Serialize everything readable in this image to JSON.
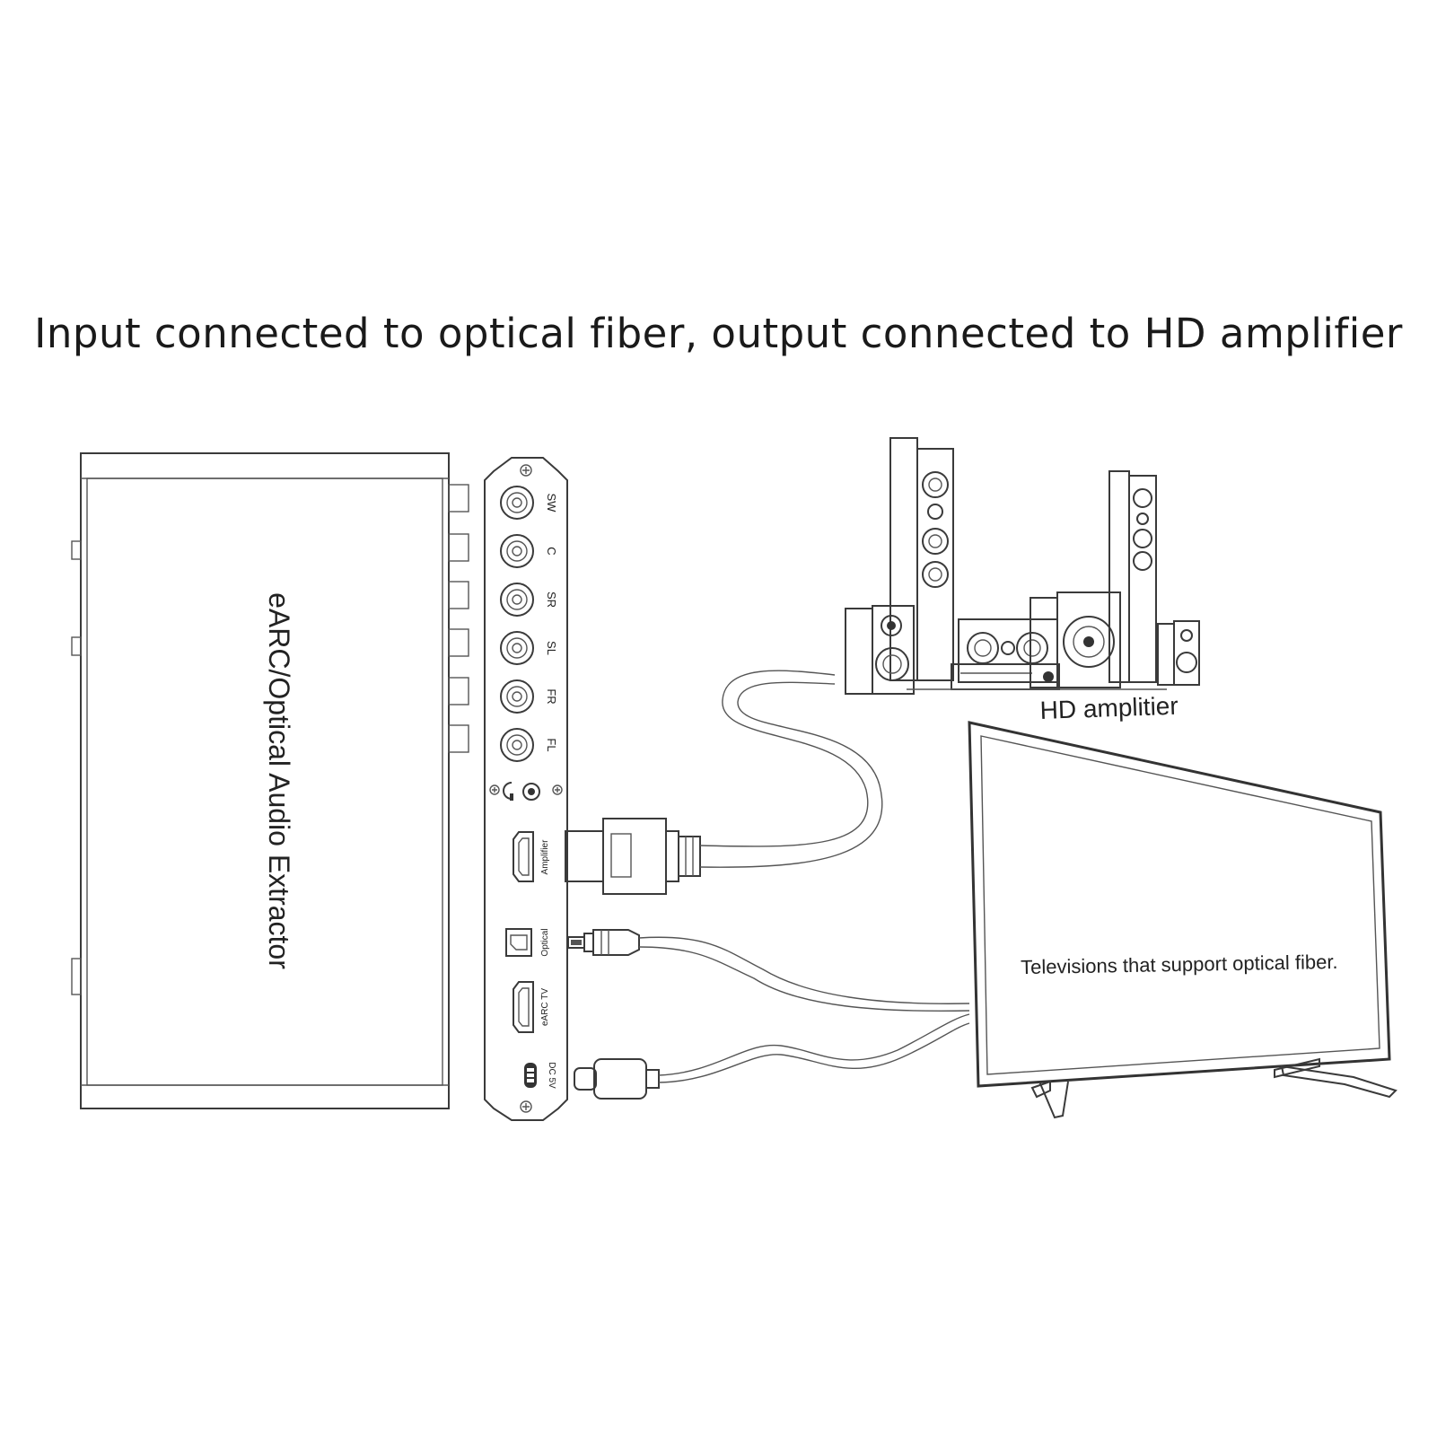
{
  "title": "Input connected to optical fiber, output connected to HD amplifier",
  "device": {
    "front_label": "eARC/Optical Audio Extractor",
    "rca_ports": [
      "SW",
      "C",
      "SR",
      "SL",
      "FR",
      "FL"
    ],
    "hdmi_amplifier_label": "Amplifier",
    "optical_label": "Optical",
    "hdmi_earc_label": "eARC TV",
    "power_label": "DC 5V"
  },
  "amplifier": {
    "label": "HD amplitier"
  },
  "tv": {
    "label": "Televisions that support optical fiber."
  },
  "icons": [
    "headphone-icon",
    "screw-icon",
    "hdmi-plug-icon",
    "optical-plug-icon",
    "usb-c-plug-icon",
    "speaker-system-icon",
    "tv-icon"
  ]
}
